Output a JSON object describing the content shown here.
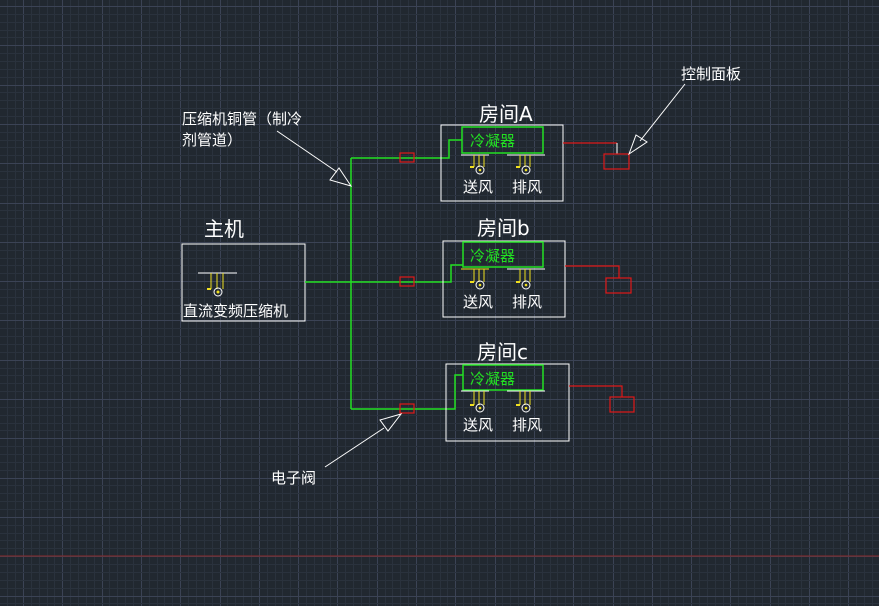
{
  "colors": {
    "background": "#212830",
    "grid_minor": "#2a323d",
    "grid_major": "#3b4355",
    "pipe": "#22e022",
    "valve": "#e01818",
    "control_wire": "#e01818",
    "fan": "#f0e020",
    "outline": "#ffffff",
    "axis_line": "#8a2a2a"
  },
  "host": {
    "title": "主机",
    "compressor_label": "直流变频压缩机"
  },
  "rooms": [
    {
      "title": "房间A",
      "condenser_label": "冷凝器",
      "supply_label": "送风",
      "exhaust_label": "排风"
    },
    {
      "title": "房间b",
      "condenser_label": "冷凝器",
      "supply_label": "送风",
      "exhaust_label": "排风"
    },
    {
      "title": "房间c",
      "condenser_label": "冷凝器",
      "supply_label": "送风",
      "exhaust_label": "排风"
    }
  ],
  "annotations": {
    "copper_pipe_line1": "压缩机铜管（制冷",
    "copper_pipe_line2": "剂管道）",
    "control_panel": "控制面板",
    "electronic_valve": "电子阀"
  }
}
